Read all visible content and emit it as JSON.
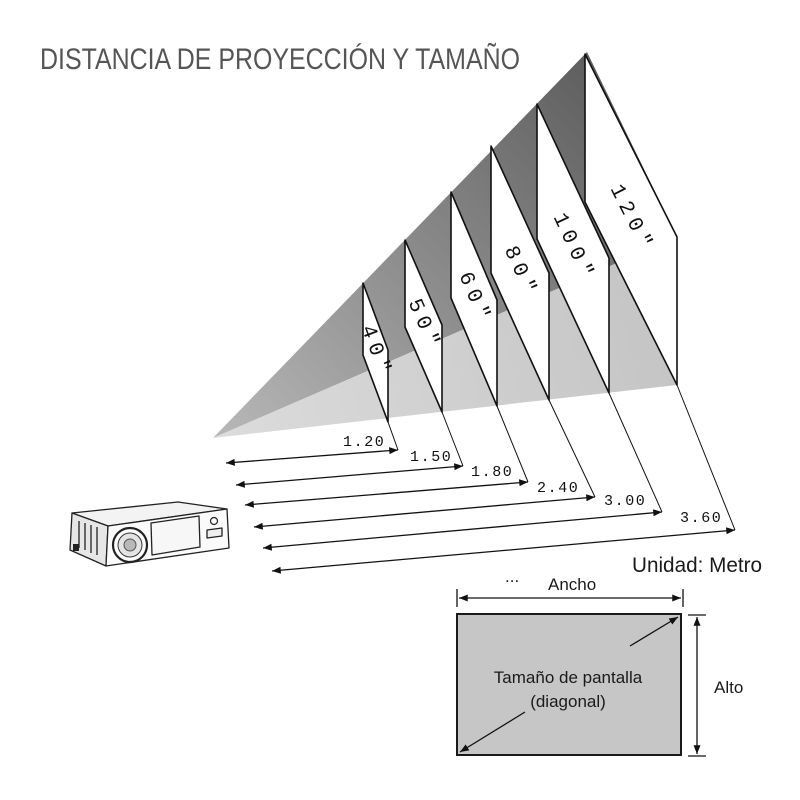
{
  "title": "DISTANCIA DE PROYECCIÓN Y TAMAÑO",
  "screen_sizes": [
    "40\"",
    "50\"",
    "60\"",
    "80\"",
    "100\"",
    "120\""
  ],
  "distances": [
    "1.20",
    "1.50",
    "1.80",
    "2.40",
    "3.00",
    "3.60"
  ],
  "unit_label": "Unidad: Metro",
  "screen_diagram": {
    "ellipsis": "...",
    "width_label": "Ancho",
    "height_label": "Alto",
    "diagonal_label": "Tamaño de pantalla",
    "diagonal_sublabel": "(diagonal)"
  },
  "colors": {
    "cone_dark": "#5e5e5e",
    "cone_light": "#c4c4c4",
    "screen_fill": "#c6c6c6",
    "title": "#555555"
  }
}
